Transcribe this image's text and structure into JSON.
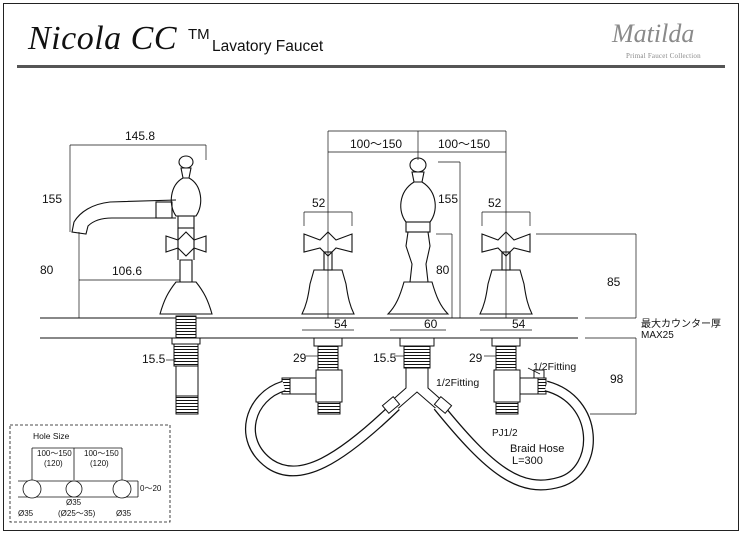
{
  "header": {
    "brand": "Nicola CC",
    "trademark": "TM",
    "subtitle": "Lavatory Faucet",
    "logo": "Matilda",
    "logo_tagline": "Primal Faucet Collection"
  },
  "dimensions": {
    "spout_width": "145.8",
    "spout_height": "155",
    "spout_reach": "106.6",
    "spout_base_height": "80",
    "center_spread_left": "100～150",
    "center_spread_right": "100～150",
    "handle_width_left": "52",
    "handle_width_right": "52",
    "center_height": "155",
    "center_base_height": "80",
    "handle_height": "85",
    "base_left": "54",
    "base_center": "60",
    "base_right": "54",
    "counter_note": "最大カウンター厚",
    "counter_max": "MAX25",
    "side_shank": "15.5",
    "left_shank": "29",
    "center_shank": "15.5",
    "right_shank": "29",
    "fitting_left": "1/2Fitting",
    "fitting_right": "1/2Fitting",
    "pj_label": "PJ1/2",
    "hose_label": "Braid Hose",
    "hose_length": "L=300",
    "below_height": "98"
  },
  "hole_size": {
    "title": "Hole Size",
    "spread_left": "100～150",
    "spread_left_sub": "(120)",
    "spread_right": "100～150",
    "spread_right_sub": "(120)",
    "thickness": "0～20",
    "hole_left": "Ø35",
    "hole_center": "Ø35",
    "hole_center_sub": "(Ø25～35)",
    "hole_right": "Ø35"
  }
}
